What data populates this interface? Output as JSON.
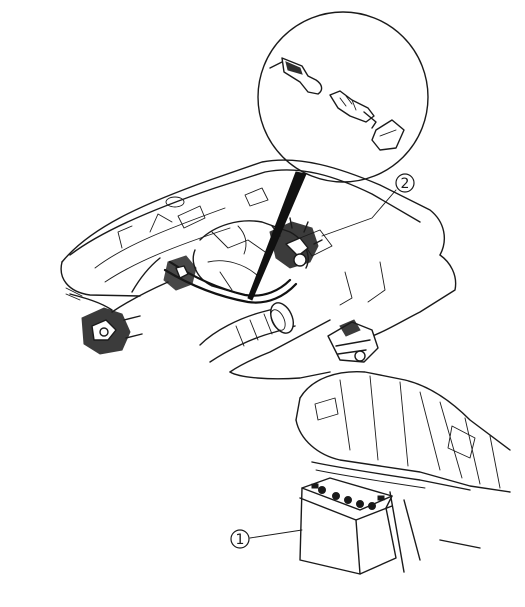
{
  "callouts": [
    {
      "label": "1",
      "part": "battery"
    },
    {
      "label": "2",
      "part": "distributor-and-plug-wires"
    }
  ]
}
